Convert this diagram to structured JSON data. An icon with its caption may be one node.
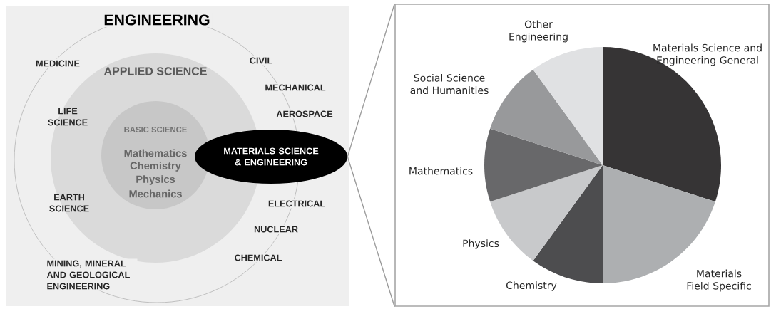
{
  "diagram": {
    "nodes": [
      {
        "text": [
          "ENGINEERING"
        ]
      },
      {
        "text": [
          "APPLIED SCIENCE"
        ],
        "in": 0
      },
      {
        "text": [
          "BASIC SCIENCE",
          "Mathematics",
          "Chemistry",
          "Physics",
          "Mechanics"
        ],
        "in": 1
      },
      {
        "text": [
          "MATERIALS SCIENCE & ENGINEERING"
        ]
      },
      {
        "text": [],
        "shape": "box"
      }
    ],
    "edges": [
      {
        "from": 3,
        "to": 4,
        "arrow": "none"
      },
      {
        "from": 3,
        "to": 4,
        "arrow": "none"
      }
    ],
    "labels": [
      "MEDICINE",
      "CIVIL",
      "MECHANICAL",
      "LIFE SCIENCE",
      "AEROSPACE",
      "EARTH SCIENCE",
      "ELECTRICAL",
      "NUCLEAR",
      "MINING, MINERAL AND GEOLOGICAL ENGINEERING",
      "CHEMICAL",
      "Other Engineering",
      "Social Science and Humanities",
      "Materials Science and Engineering General",
      "Mathematics",
      "Physics",
      "Chemistry",
      "Materials Field Specific"
    ]
  }
}
